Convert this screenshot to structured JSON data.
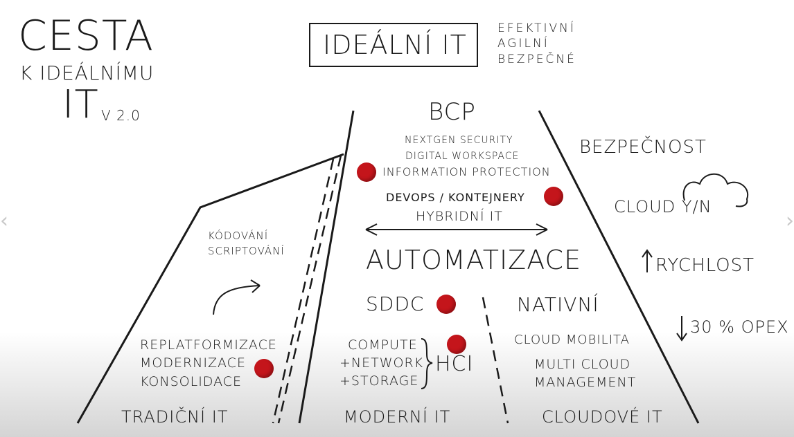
{
  "title": {
    "line1": "CESTA",
    "line2": "K IDEÁLNÍMU",
    "line3": "IT",
    "version": "V 2.0"
  },
  "header": {
    "box_label": "IDEÁLNÍ IT",
    "attributes": [
      "EFEKTIVNÍ",
      "AGILNÍ",
      "BEZPEČNÉ"
    ]
  },
  "center": {
    "bcp": "BCP",
    "security_items": [
      "NEXTGEN SECURITY",
      "DIGITAL WORKSPACE",
      "INFORMATION PROTECTION"
    ],
    "devops": "DEVOPS / KONTEJNERY",
    "hybrid": "HYBRIDNÍ IT",
    "automation": "AUTOMATIZACE",
    "sddc": "SDDC",
    "compute": [
      "COMPUTE",
      "+NETWORK",
      "+STORAGE"
    ],
    "hci": "HCI"
  },
  "left": {
    "coding": [
      "KÓDOVÁNÍ",
      "SCRIPTOVÁNÍ"
    ],
    "actions": [
      "REPLATFORMIZACE",
      "MODERNIZACE",
      "KONSOLIDACE"
    ]
  },
  "right_inner": {
    "native": "NATIVNÍ",
    "cloud_mobility": "CLOUD MOBILITA",
    "multicloud": [
      "MULTI CLOUD",
      "MANAGEMENT"
    ]
  },
  "right_outer": {
    "security": "BEZPEČNOST",
    "cloud": "CLOUD Y/N",
    "speed": "RYCHLOST",
    "opex": "30 % OPEX"
  },
  "columns": [
    "TRADIČNÍ IT",
    "MODERNÍ IT",
    "CLOUDOVÉ IT"
  ],
  "colors": {
    "ink": "#1a1a1a",
    "dot": "#c4151b"
  }
}
